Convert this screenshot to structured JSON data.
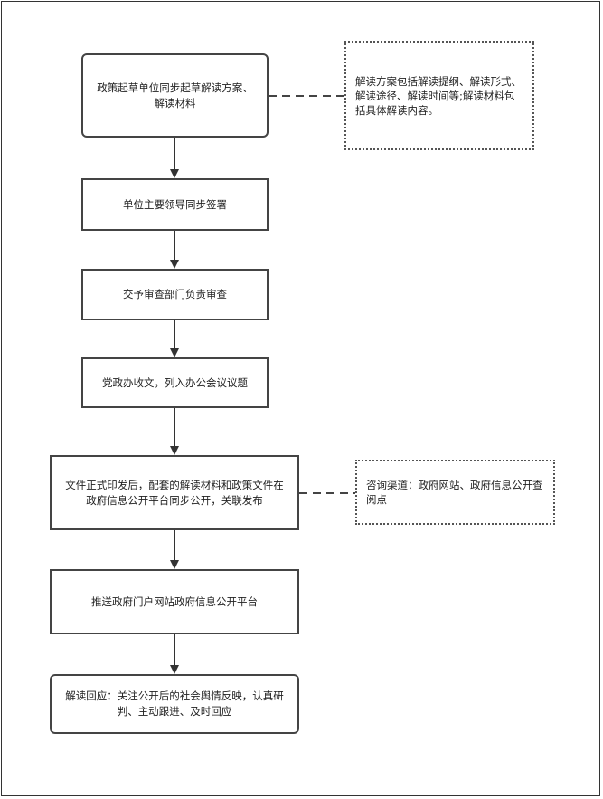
{
  "diagram": {
    "nodes": [
      {
        "id": "n1",
        "text": "政策起草单位同步起草解读方案、解读材料"
      },
      {
        "id": "n2",
        "text": "单位主要领导同步签署"
      },
      {
        "id": "n3",
        "text": "交予审查部门负责审查"
      },
      {
        "id": "n4",
        "text": "党政办收文，列入办公会议议题"
      },
      {
        "id": "n5",
        "text": "文件正式印发后，配套的解读材料和政策文件在政府信息公开平台同步公开，关联发布"
      },
      {
        "id": "n6",
        "text": "推送政府门户网站政府信息公开平台"
      },
      {
        "id": "n7",
        "text": "解读回应：关注公开后的社会舆情反映，认真研判、主动跟进、及时回应"
      }
    ],
    "notes": [
      {
        "id": "note1",
        "attached_to": "n1",
        "text": "解读方案包括解读提纲、解读形式、解读途径、解读时间等;解读材料包括具体解读内容。"
      },
      {
        "id": "note2",
        "attached_to": "n5",
        "text": "咨询渠道：政府网站、政府信息公开查阅点"
      }
    ],
    "edges": [
      {
        "from": "n1",
        "to": "n2",
        "style": "solid-arrow"
      },
      {
        "from": "n2",
        "to": "n3",
        "style": "solid-arrow"
      },
      {
        "from": "n3",
        "to": "n4",
        "style": "solid-arrow"
      },
      {
        "from": "n4",
        "to": "n5",
        "style": "solid-arrow"
      },
      {
        "from": "n5",
        "to": "n6",
        "style": "solid-arrow"
      },
      {
        "from": "n6",
        "to": "n7",
        "style": "solid-arrow"
      },
      {
        "from": "n1",
        "to": "note1",
        "style": "dashed"
      },
      {
        "from": "n5",
        "to": "note2",
        "style": "dashed"
      }
    ]
  }
}
